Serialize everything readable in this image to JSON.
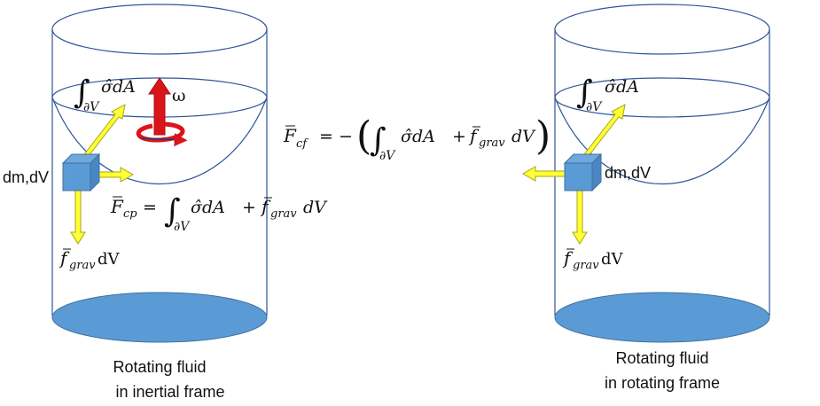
{
  "labels": {
    "omega": "ω",
    "left_element": "dm,dV",
    "right_element": "dm,dV",
    "f_grav_symbol": "f",
    "f_grav_sub": "grav",
    "f_grav_suffix": "dV",
    "integral": "∫",
    "dV_sub": "∂V",
    "sigma_term": "σ̂dA",
    "eq_cp": {
      "lhs_symbol": "F",
      "lhs_sub": "cp",
      "equals": "=",
      "plus": "+",
      "grav_symbol": "f",
      "grav_sub": "grav",
      "grav_suffix": "dV"
    },
    "eq_cf": {
      "lhs_symbol": "F",
      "lhs_sub": "cf",
      "equals": "= −",
      "plus": "+",
      "grav_symbol": "f",
      "grav_sub": "grav",
      "grav_suffix": "dV"
    }
  },
  "captions": {
    "left_line1": "Rotating fluid",
    "left_line2": "in inertial frame",
    "right_line1": "Rotating fluid",
    "right_line2": "in rotating frame"
  },
  "colors": {
    "cylinder_outline": "#2f5597",
    "water_base": "#5b9bd5",
    "cube_face": "#5b9bd5",
    "cube_edge": "#41719c",
    "arrow_fill": "#ffff33",
    "arrow_edge": "#a6a61a",
    "rotation_arrow": "#d9151b"
  }
}
